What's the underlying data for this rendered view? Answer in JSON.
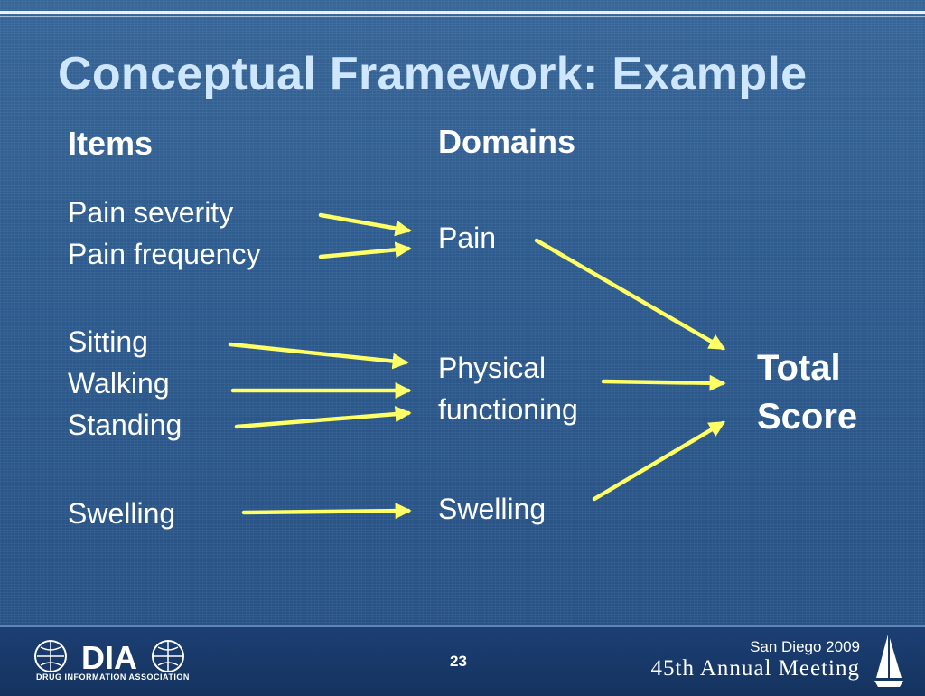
{
  "slide": {
    "title": "Conceptual Framework: Example",
    "items_header": "Items",
    "domains_header": "Domains",
    "items": {
      "pain_severity": "Pain severity",
      "pain_frequency": "Pain frequency",
      "sitting": "Sitting",
      "walking": "Walking",
      "standing": "Standing",
      "swelling": "Swelling"
    },
    "domains": {
      "pain": "Pain",
      "physical_line1": "Physical",
      "physical_line2": "functioning",
      "swelling": "Swelling"
    },
    "total_line1": "Total",
    "total_line2": "Score",
    "arrow_color": "#ffff66"
  },
  "footer": {
    "logo_text": "DIA",
    "logo_subtext": "DRUG INFORMATION ASSOCIATION",
    "page_number": "23",
    "location": "San Diego 2009",
    "meeting": "45th Annual Meeting"
  },
  "colors": {
    "title": "#cfe6ff",
    "background": "#2f5e93",
    "footer": "#17375f",
    "arrows": "#ffff66"
  }
}
